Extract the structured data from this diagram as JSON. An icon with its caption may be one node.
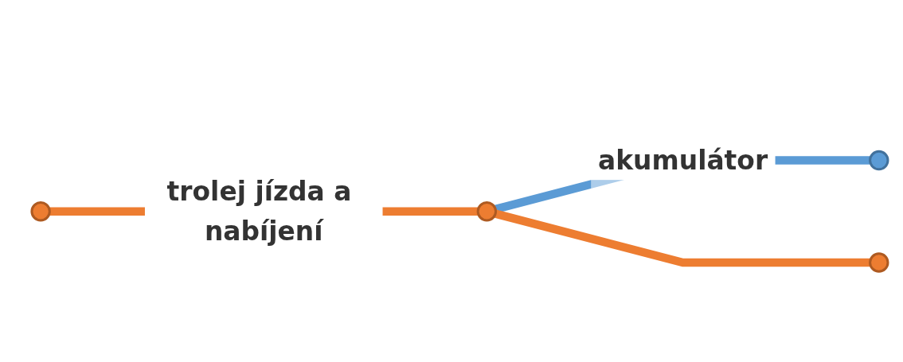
{
  "diagram": {
    "nodes": [
      {
        "text": [],
        "shape": "circle"
      },
      {
        "text": [],
        "shape": "circle"
      },
      {
        "text": [],
        "shape": "circle"
      },
      {
        "text": [],
        "shape": "circle"
      }
    ],
    "edges": [
      {
        "from": 0,
        "to": 1,
        "arrow": "none",
        "label": "trolej jízda a nabíjení"
      },
      {
        "from": 1,
        "to": 2,
        "arrow": "none",
        "label": "akumulátor",
        "color": "#5b9bd5"
      },
      {
        "from": 1,
        "to": 3,
        "arrow": "none"
      }
    ]
  }
}
